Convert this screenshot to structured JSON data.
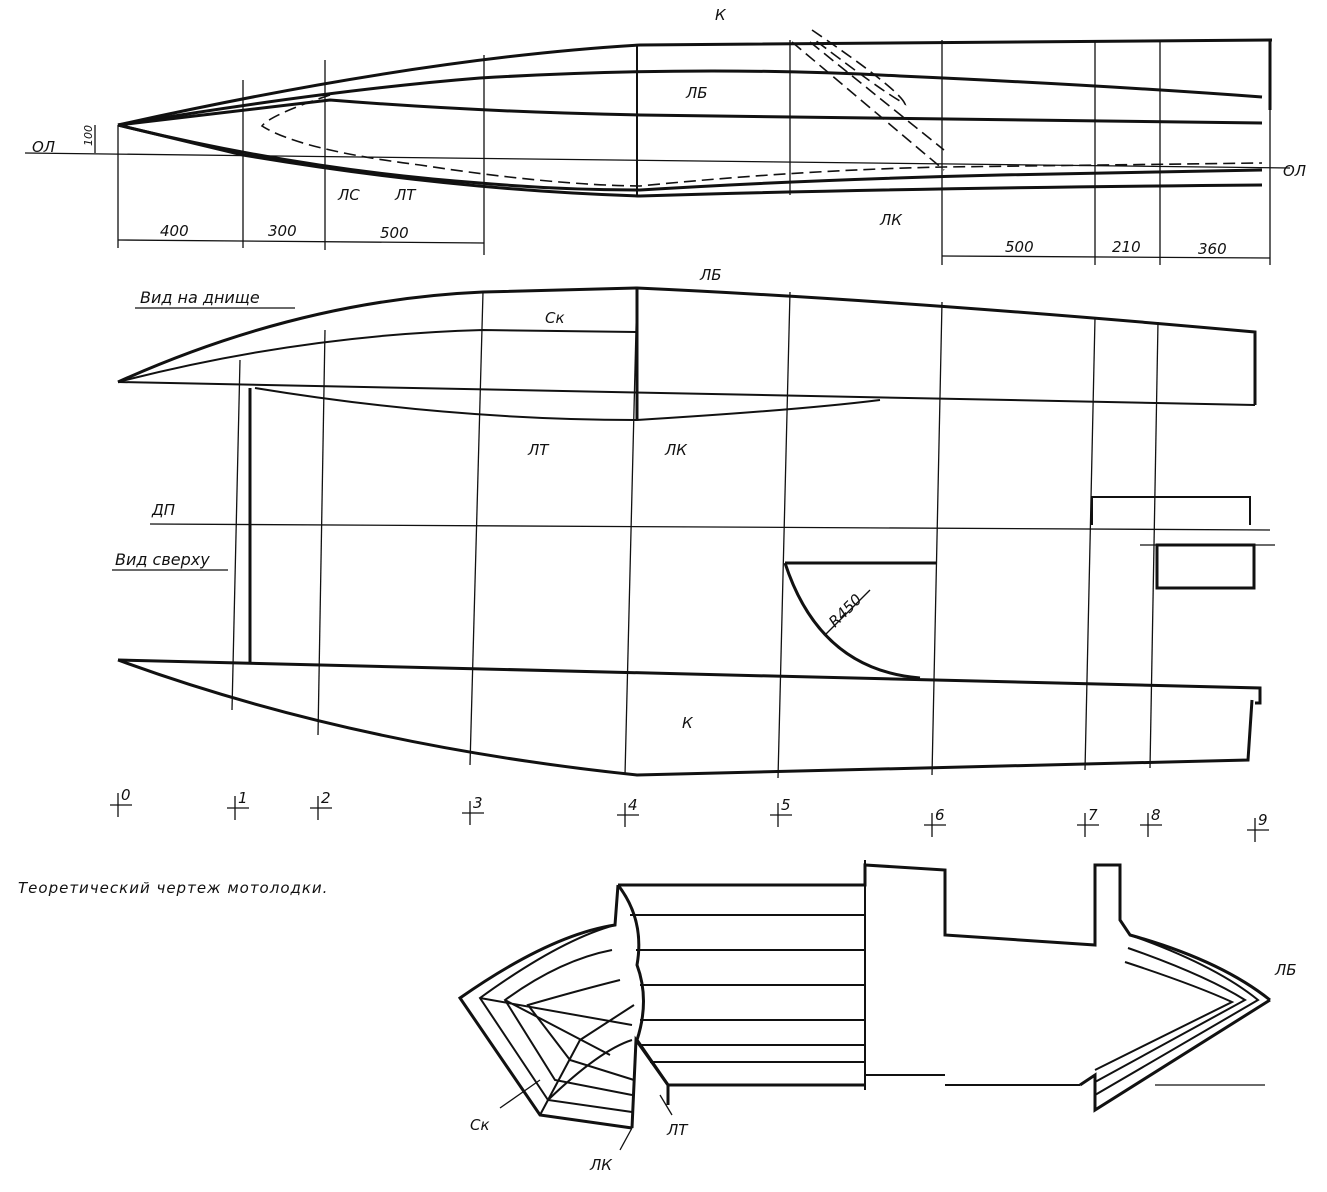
{
  "caption": "Теоретический чертеж мотолодки.",
  "views": {
    "bottom": "Вид на днище",
    "top": "Вид сверху"
  },
  "lines": {
    "ol": "ОЛ",
    "dp": "ДП",
    "k": "К",
    "lb": "ЛБ",
    "lk": "ЛК",
    "lt": "ЛТ",
    "ls": "ЛС",
    "sk": "Ск"
  },
  "dimensions": {
    "d100": "100",
    "d400": "400",
    "d300": "300",
    "d500a": "500",
    "d500b": "500",
    "d210": "210",
    "d360": "360",
    "radius": "R450"
  },
  "stations": [
    "0",
    "1",
    "2",
    "3",
    "4",
    "5",
    "6",
    "7",
    "8",
    "9"
  ]
}
